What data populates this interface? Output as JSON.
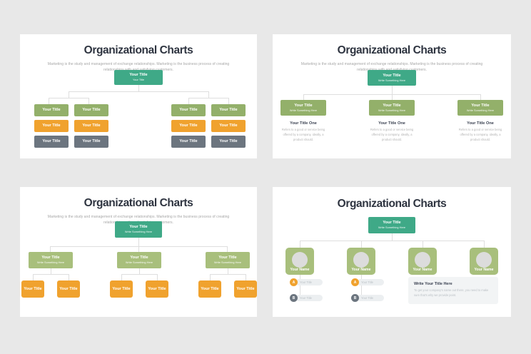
{
  "canvas": {
    "background": "#e8e8e8",
    "panel_bg": "#ffffff"
  },
  "colors": {
    "teal": "#3fa987",
    "green": "#93b06a",
    "green_light": "#a8bf7c",
    "orange": "#f0a22e",
    "gray": "#6c757f",
    "title": "#2e3440",
    "subtitle": "#a8a8a8",
    "connector": "#dedede"
  },
  "shared": {
    "title": "Organizational Charts",
    "subtitle": "Marketing is the study and management of exchange relationships. Marketing is the business process of creating relationships with and satisfying customers."
  },
  "panel1": {
    "title": "Organizational Charts",
    "subtitle": "Marketing is the study and management of exchange relationships. Marketing is the business process of creating relationships with and satisfying customers.",
    "root": {
      "title": "Your Title",
      "sub": "Your Title"
    },
    "columns": [
      {
        "green": "Your Title",
        "orange": "Your Title",
        "gray": "Your Title"
      },
      {
        "green": "Your Title",
        "orange": "Your Title",
        "gray": "Your Title"
      },
      {
        "green": "Your Title",
        "orange": "Your Title",
        "gray": "Your Title"
      },
      {
        "green": "Your Title",
        "orange": "Your Title",
        "gray": "Your Title"
      }
    ]
  },
  "panel2": {
    "title": "Organizational Charts",
    "subtitle": "Marketing is the study and management of exchange relationships. Marketing is the business process of creating relationships with and satisfying customers.",
    "root": {
      "title": "Your Title",
      "sub": "Write Something Here"
    },
    "branches": [
      {
        "title": "Your Title",
        "sub": "Write Something Here",
        "caption_title": "Your Title One",
        "caption_body": "Refers to a good or service being offered by a company, ideally, a product should."
      },
      {
        "title": "Your Title",
        "sub": "Write Something Here",
        "caption_title": "Your Title One",
        "caption_body": "Refers to a good or service being offered by a company, ideally, a product should."
      },
      {
        "title": "Your Title",
        "sub": "Write Something Here",
        "caption_title": "Your Title One",
        "caption_body": "Refers to a good or service being offered by a company, ideally, a product should."
      }
    ]
  },
  "panel3": {
    "title": "Organizational Charts",
    "subtitle": "Marketing is the study and management of exchange relationships. Marketing is the business process of creating relationships with and satisfying customers.",
    "root": {
      "title": "Your Title",
      "sub": "Write Something Here"
    },
    "branches": [
      {
        "title": "Your Title",
        "sub": "Write Something Here",
        "children": [
          "Your Title",
          "Your Title"
        ]
      },
      {
        "title": "Your Title",
        "sub": "Write Something Here",
        "children": [
          "Your Title",
          "Your Title"
        ]
      },
      {
        "title": "Your Title",
        "sub": "Write Something Here",
        "children": [
          "Your Title",
          "Your Title"
        ]
      }
    ]
  },
  "panel4": {
    "title": "Organizational Charts",
    "root": {
      "title": "Your Title",
      "sub": "Write Something Here"
    },
    "people": [
      {
        "name": "Your Name"
      },
      {
        "name": "Your Name"
      },
      {
        "name": "Your Name"
      },
      {
        "name": "Your Name"
      }
    ],
    "badge_groups": [
      {
        "rows": [
          {
            "letter": "A",
            "label": "Your Title"
          },
          {
            "letter": "B",
            "label": "Your Title"
          }
        ]
      },
      {
        "rows": [
          {
            "letter": "A",
            "label": "Your Title"
          },
          {
            "letter": "B",
            "label": "Your Title"
          }
        ]
      }
    ],
    "info": {
      "title": "Write Your Title Here",
      "body": "To get your company's name out there, you need to make sure that's why we provide point."
    }
  }
}
